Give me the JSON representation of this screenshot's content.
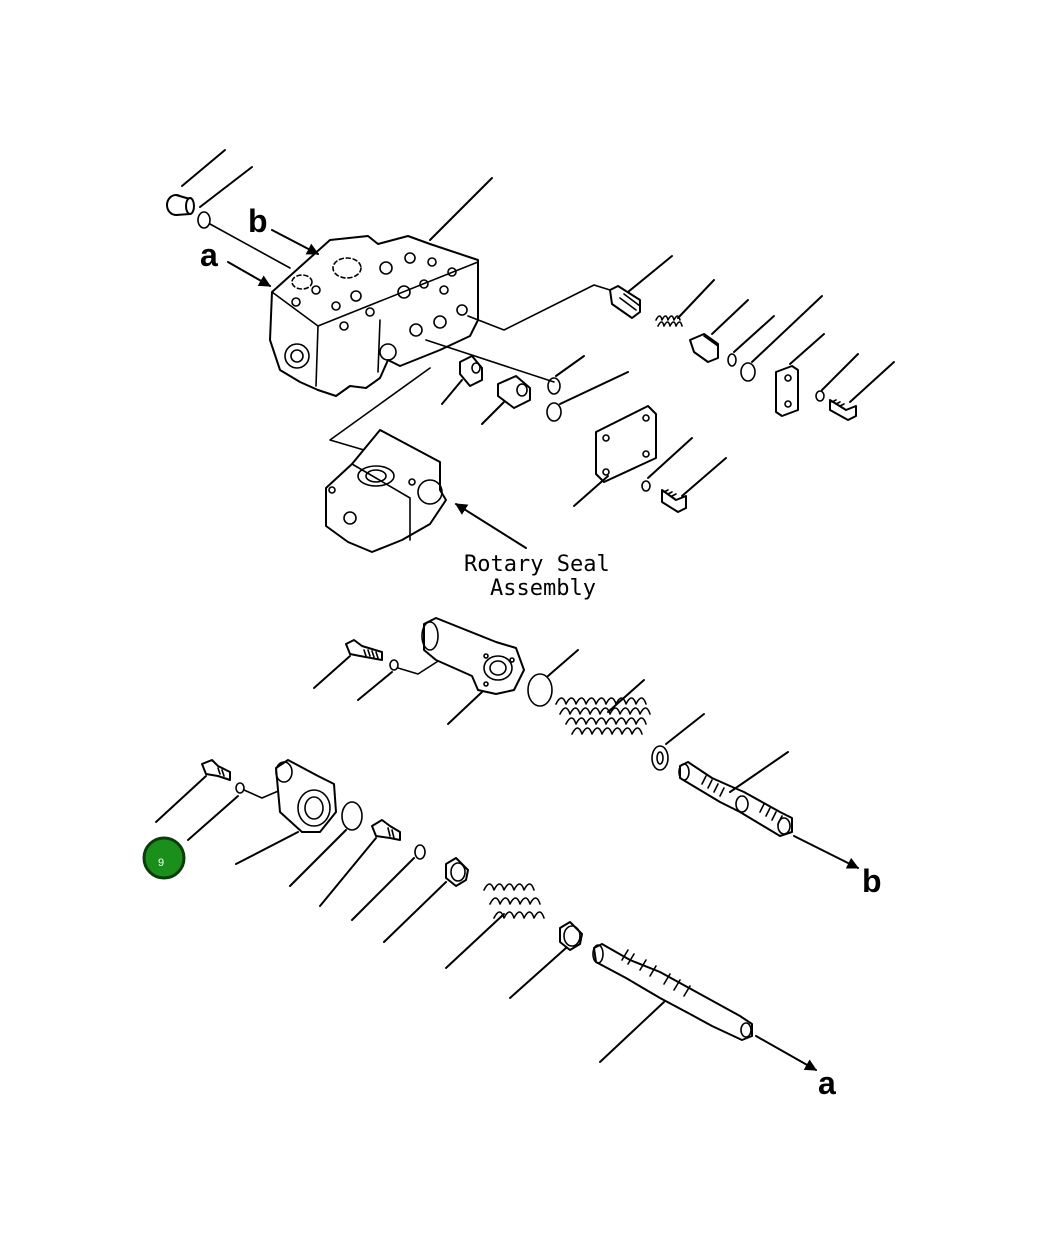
{
  "labels": {
    "a_upper": "a",
    "b_upper": "b",
    "b_lower": "b",
    "a_lower": "a",
    "rotary_line1": "Rotary Seal",
    "rotary_line2": "Assembly"
  },
  "callout": {
    "number": "9",
    "fill": "#1b8f1b",
    "stroke": "#0b3d0b"
  }
}
